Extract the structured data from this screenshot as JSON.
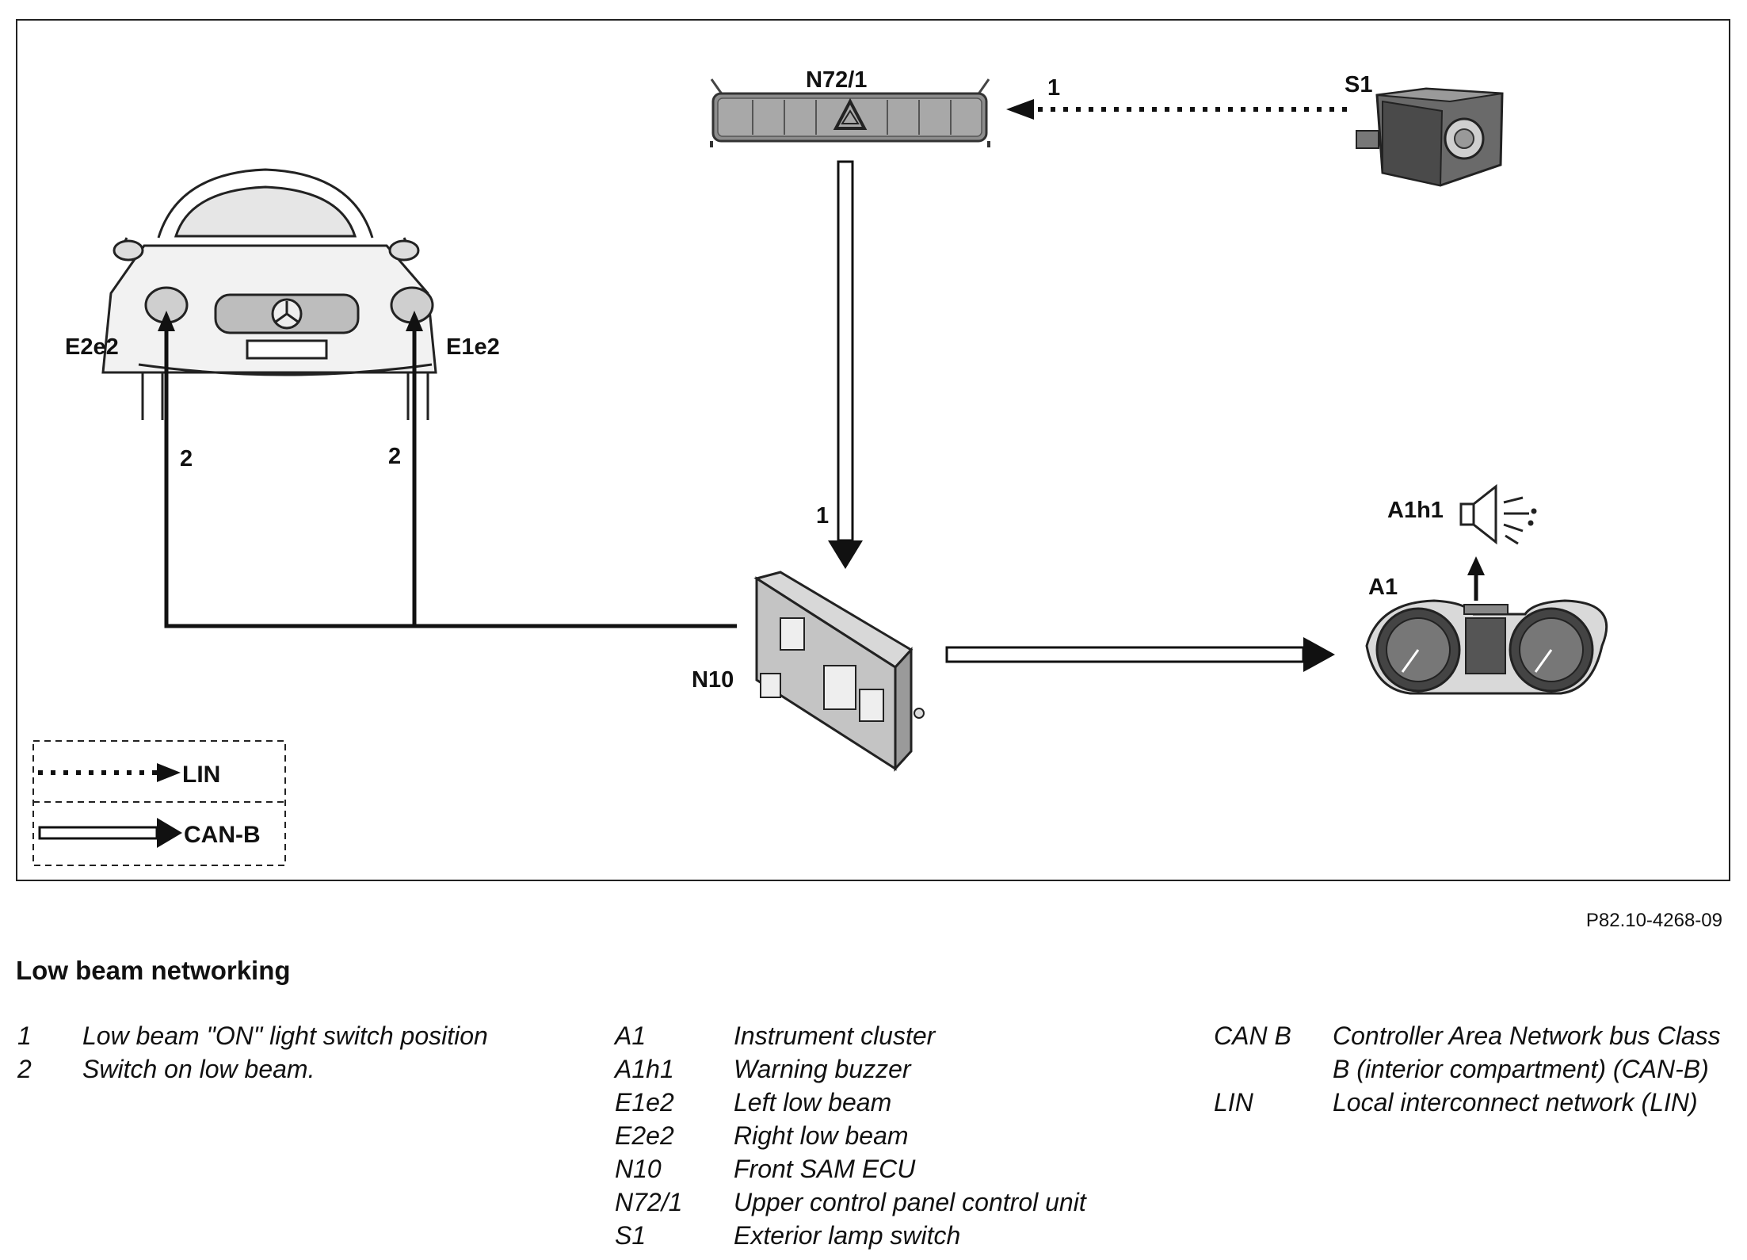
{
  "diagram": {
    "components": {
      "n72_1": "N72/1",
      "s1": "S1",
      "e2e2": "E2e2",
      "e1e2": "E1e2",
      "n10": "N10",
      "a1": "A1",
      "a1h1": "A1h1"
    },
    "arrow_labels": {
      "s1_to_n72": "1",
      "n72_to_n10": "1",
      "to_e2e2": "2",
      "to_e1e2": "2"
    },
    "line_legend": {
      "lin": "LIN",
      "can_b": "CAN-B"
    }
  },
  "figure_code": "P82.10-4268-09",
  "caption": {
    "title": "Low beam networking"
  },
  "legend": {
    "col1": [
      {
        "key": "1",
        "value": "Low beam \"ON\" light switch position"
      },
      {
        "key": "2",
        "value": "Switch on low beam."
      }
    ],
    "col2": [
      {
        "key": "A1",
        "value": "Instrument cluster"
      },
      {
        "key": "A1h1",
        "value": "Warning buzzer"
      },
      {
        "key": "E1e2",
        "value": "Left low beam"
      },
      {
        "key": "E2e2",
        "value": "Right low beam"
      },
      {
        "key": "N10",
        "value": "Front SAM ECU"
      },
      {
        "key": "N72/1",
        "value": "Upper control panel control unit"
      },
      {
        "key": "S1",
        "value": "Exterior lamp switch"
      }
    ],
    "col3": [
      {
        "key": "CAN B",
        "value": "Controller Area Network bus Class B (interior compartment) (CAN-B)"
      },
      {
        "key": "LIN",
        "value": "Local interconnect network (LIN)"
      }
    ]
  }
}
